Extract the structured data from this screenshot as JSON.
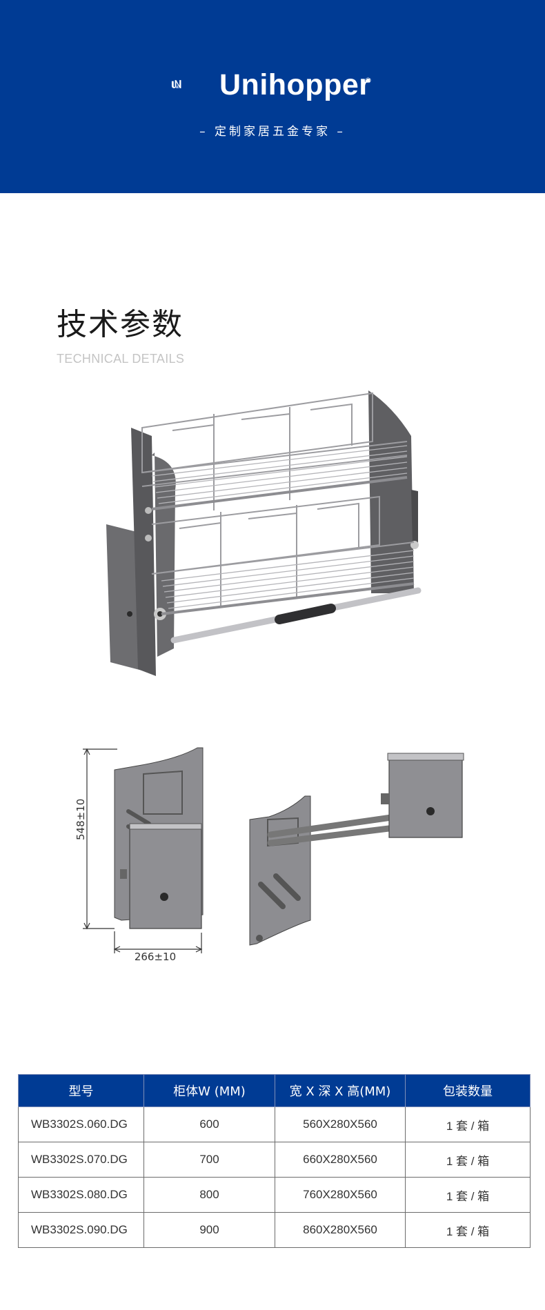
{
  "header": {
    "brand": "Unihopper",
    "registered": "®",
    "tagline": "– 定制家居五金专家 –",
    "colors": {
      "background": "#003b94",
      "text": "#ffffff"
    }
  },
  "section": {
    "title": "技术参数",
    "subtitle": "TECHNICAL DETAILS"
  },
  "drawing": {
    "height_dim": "548±10",
    "depth_dim": "266±10"
  },
  "spec_table": {
    "columns": [
      "型号",
      "柜体W (MM)",
      "宽 X 深 X 高(MM)",
      "包装数量"
    ],
    "rows": [
      [
        "WB3302S.060.DG",
        "600",
        "560X280X560",
        "1 套 / 箱"
      ],
      [
        "WB3302S.070.DG",
        "700",
        "660X280X560",
        "1 套 / 箱"
      ],
      [
        "WB3302S.080.DG",
        "800",
        "760X280X560",
        "1 套 / 箱"
      ],
      [
        "WB3302S.090.DG",
        "900",
        "860X280X560",
        "1 套 / 箱"
      ]
    ]
  }
}
